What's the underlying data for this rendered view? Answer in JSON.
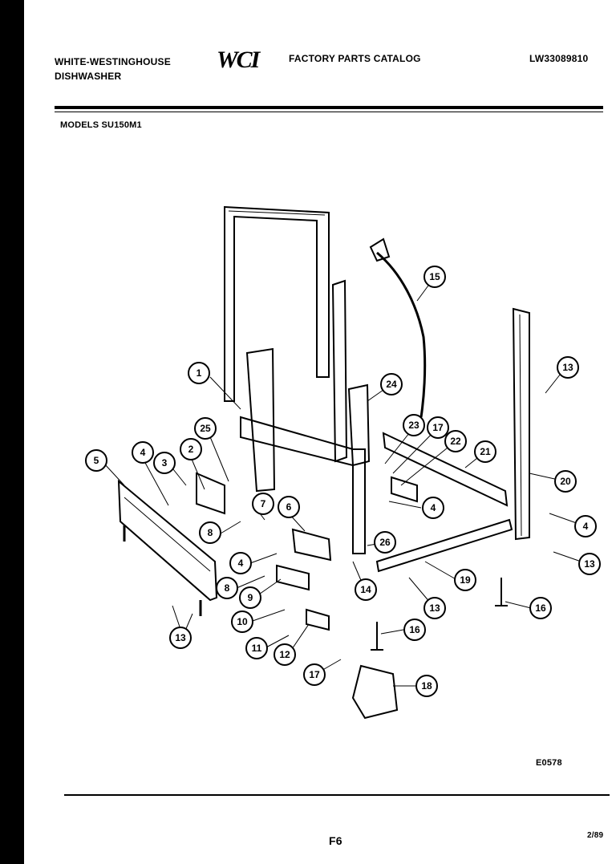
{
  "header": {
    "brand_line1": "WHITE-WESTINGHOUSE",
    "brand_line2": "DISHWASHER",
    "logo_text": "WCI",
    "catalog_title": "FACTORY PARTS CATALOG",
    "catalog_number": "LW33089810",
    "models_line": "MODELS SU150M1"
  },
  "diagram": {
    "drawing_code": "E0578",
    "callouts": [
      "1",
      "2",
      "3",
      "4",
      "5",
      "6",
      "7",
      "8",
      "9",
      "10",
      "11",
      "12",
      "13",
      "14",
      "15",
      "16",
      "17",
      "18",
      "19",
      "20",
      "21",
      "22",
      "23",
      "24",
      "25",
      "26"
    ]
  },
  "footer": {
    "page_label": "F6",
    "date_code": "2/89"
  }
}
